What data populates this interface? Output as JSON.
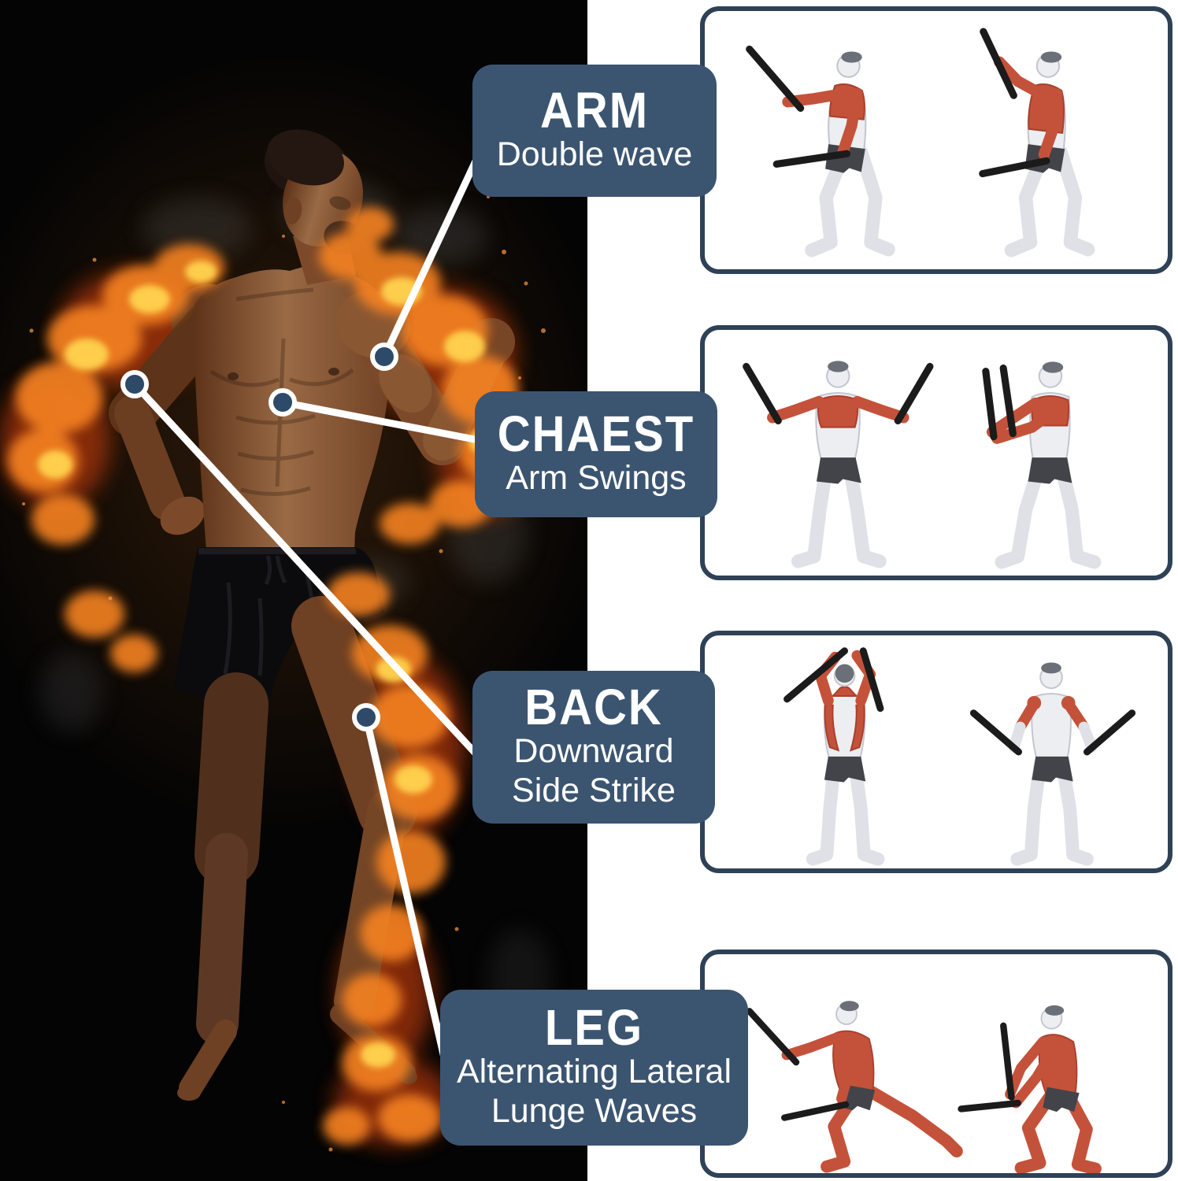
{
  "colors": {
    "page_left_bg": "#000000",
    "page_right_bg": "#ffffff",
    "callout_bg": "#3b5571",
    "panel_border": "#2e4156",
    "connector_line": "#ffffff",
    "marker_fill": "#2d4a69",
    "muscle_highlight": "#c4523a",
    "fire_orange": "#f58220",
    "fire_yellow": "#ffd34f"
  },
  "callouts": [
    {
      "id": "arm",
      "title": "ARM",
      "subtitle_line1": "Double wave",
      "subtitle_line2": ""
    },
    {
      "id": "chest",
      "title": "CHAEST",
      "subtitle_line1": "Arm Swings",
      "subtitle_line2": ""
    },
    {
      "id": "back",
      "title": "BACK",
      "subtitle_line1": "Downward",
      "subtitle_line2": "Side Strike"
    },
    {
      "id": "leg",
      "title": "LEG",
      "subtitle_line1": "Alternating Lateral",
      "subtitle_line2": "Lunge Waves"
    }
  ],
  "panels": [
    {
      "id": "arm",
      "exercise": "Double wave",
      "figure_count": 2
    },
    {
      "id": "chest",
      "exercise": "Arm Swings",
      "figure_count": 2
    },
    {
      "id": "back",
      "exercise": "Downward Side Strike",
      "figure_count": 2
    },
    {
      "id": "leg",
      "exercise": "Alternating Lateral Lunge Waves",
      "figure_count": 2
    }
  ]
}
